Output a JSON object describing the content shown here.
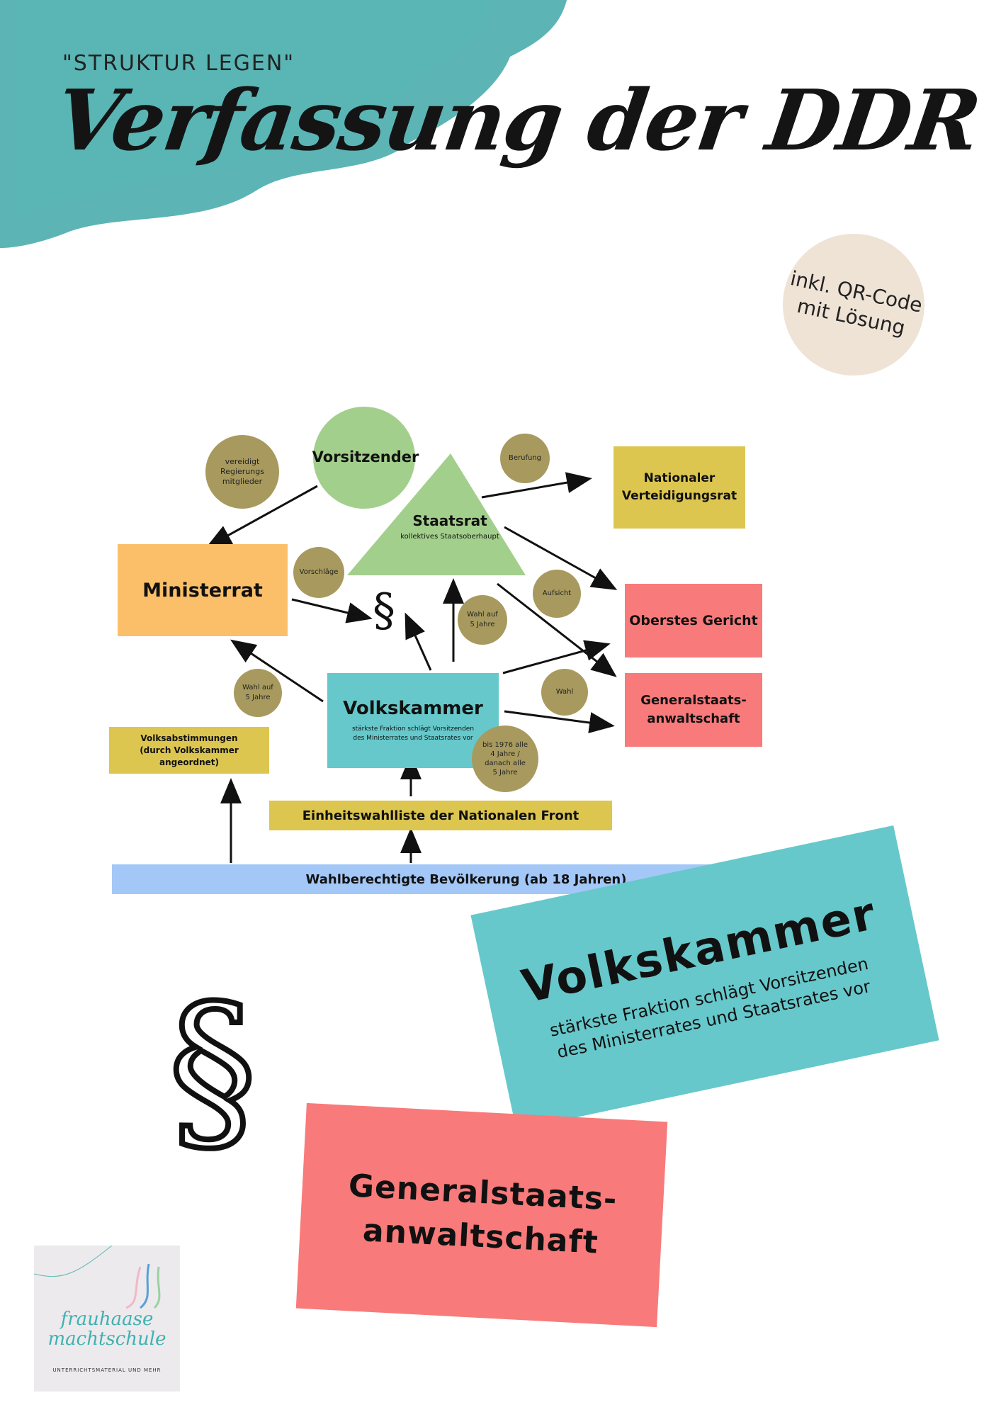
{
  "header": {
    "subtitle": "\"STRUKTUR LEGEN\"",
    "title": "Verfassung der DDR"
  },
  "badge": {
    "line1": "inkl. QR-Code",
    "line2": "mit Lösung"
  },
  "diagram": {
    "vorsitzender": "Vorsitzender",
    "staatsrat_title": "Staatsrat",
    "staatsrat_sub": "kollektives Staatsoberhaupt",
    "ministerrat": "Ministerrat",
    "nationaler_line1": "Nationaler",
    "nationaler_line2": "Verteidigungsrat",
    "oberstes_gericht": "Oberstes Gericht",
    "gsa_line1": "Generalstaats-",
    "gsa_line2": "anwaltschaft",
    "volkskammer_title": "Volkskammer",
    "volkskammer_sub1": "stärkste Fraktion schlägt Vorsitzenden",
    "volkskammer_sub2": "des Ministerrates und Staatsrates vor",
    "volksabstimmungen_line1": "Volksabstimmungen",
    "volksabstimmungen_line2": "(durch Volkskammer angeordnet)",
    "einheitswahlliste": "Einheitswahlliste der Nationalen Front",
    "bevoelkerung": "Wahlberechtigte Bevölkerung (ab 18 Jahren)",
    "paragraph_symbol": "§",
    "labels": {
      "vereidigt": "vereidigt\nRegierungs\nmitglieder",
      "berufung": "Berufung",
      "vorschlaege": "Vorschläge",
      "aufsicht": "Aufsicht",
      "wahl_staatsrat": "Wahl auf\n5 Jahre",
      "wahl_minister": "Wahl auf\n5 Jahre",
      "wahl": "Wahl",
      "bis1976": "bis 1976 alle\n4 Jahre /\ndanach alle\n5 Jahre"
    }
  },
  "cards": {
    "volkskammer_title": "Volkskammer",
    "volkskammer_sub1": "stärkste Fraktion schlägt Vorsitzenden",
    "volkskammer_sub2": "des Ministerrates und Staatsrates vor",
    "paragraph_symbol": "§",
    "gsa_line1": "Generalstaats-",
    "gsa_line2": "anwaltschaft"
  },
  "logo": {
    "line1": "frauhaase",
    "line2": "machtschule",
    "tagline": "UNTERRICHTSMATERIAL UND MEHR"
  },
  "colors": {
    "teal": "#66c8cb",
    "red": "#f87a7a",
    "orange": "#fbbf69",
    "yellow": "#ddc650",
    "green": "#a3cf8c",
    "olive": "#a89a5e",
    "blue": "#a3c8f8",
    "badge": "#efe3d6"
  }
}
